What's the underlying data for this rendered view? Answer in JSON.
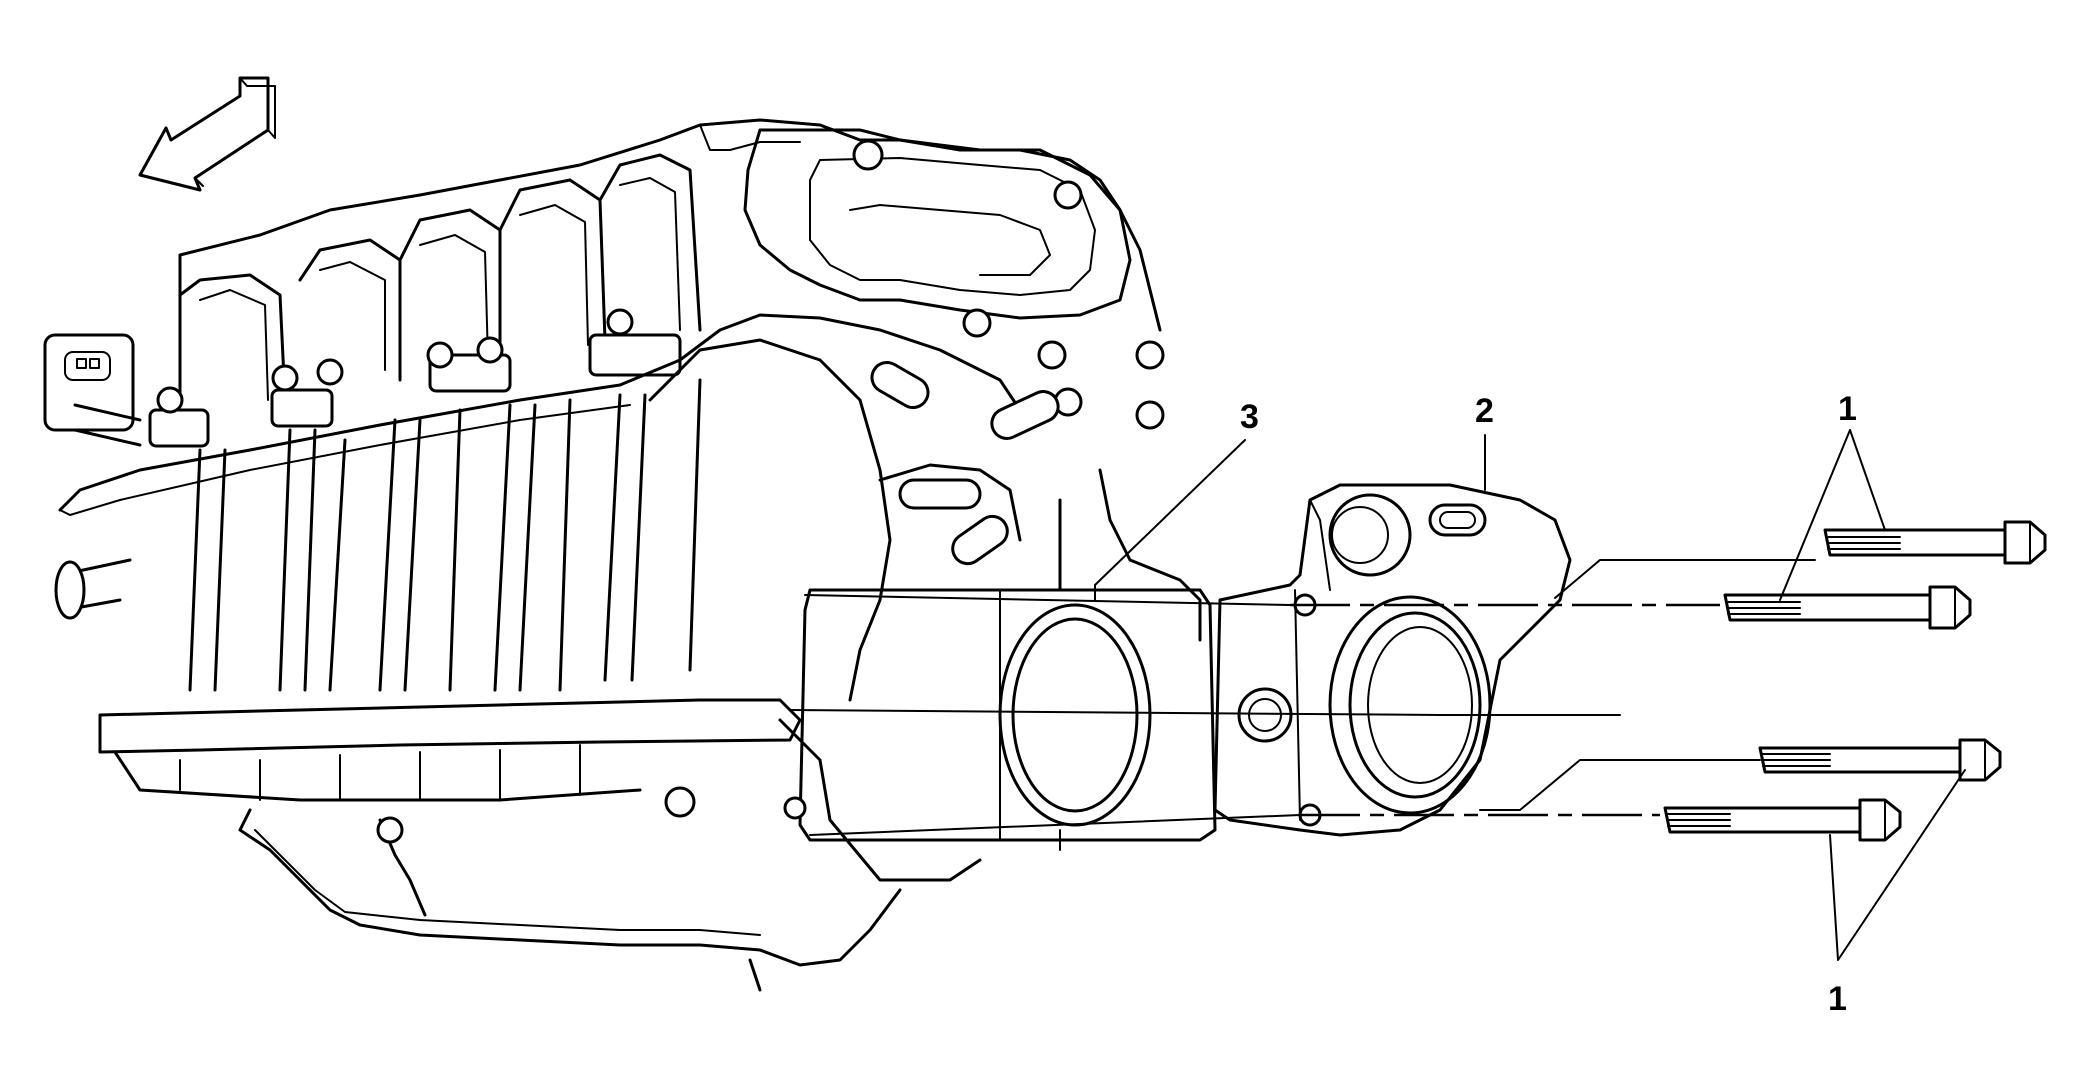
{
  "figure": {
    "callouts": [
      {
        "id": "bolt",
        "label": "1"
      },
      {
        "id": "throttle-body",
        "label": "2"
      },
      {
        "id": "gasket",
        "label": "3"
      },
      {
        "id": "bolt-lower",
        "label": "1"
      }
    ],
    "direction_arrow": "front-direction-arrow"
  }
}
